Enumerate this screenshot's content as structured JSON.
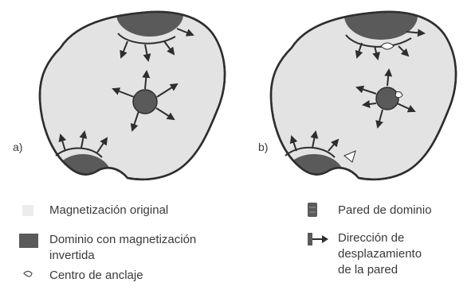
{
  "panels": [
    {
      "label": "a)"
    },
    {
      "label": "b)"
    }
  ],
  "legend": {
    "original_magnetization": "Magnetización original",
    "inverted_domain_line1": "Dominio con magnetización",
    "inverted_domain_line2": "invertida",
    "pinning_center": "Centro de anclaje",
    "domain_wall": "Pared de dominio",
    "wall_direction_line1": "Dirección de",
    "wall_direction_line2": "desplazamiento",
    "wall_direction_line3": "de la pared"
  },
  "colors": {
    "grain_fill": "#e3e3e3",
    "domain_fill": "#5a5a5a",
    "outline": "#2e2e2e",
    "arrow": "#2e2e2e",
    "pinning_center": "#ffffff"
  },
  "icons": {
    "original_magnetization": "light-swatch-icon",
    "inverted_domain": "dark-swatch-icon",
    "pinning_center": "pinning-center-icon",
    "domain_wall": "domain-wall-icon",
    "wall_direction": "wall-direction-arrow-icon"
  }
}
